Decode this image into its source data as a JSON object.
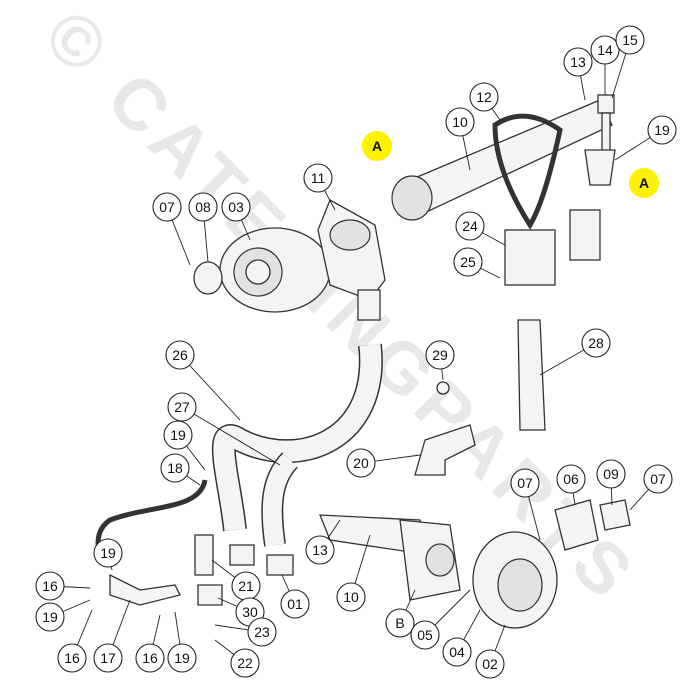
{
  "diagram": {
    "watermark": "© CATERINGPARTS",
    "markers": [
      "A",
      "A"
    ],
    "callouts": [
      "07",
      "08",
      "03",
      "11",
      "10",
      "12",
      "13",
      "14",
      "15",
      "19",
      "24",
      "25",
      "26",
      "29",
      "28",
      "27",
      "19",
      "18",
      "20",
      "07",
      "06",
      "09",
      "07",
      "19",
      "16",
      "19",
      "16",
      "17",
      "16",
      "19",
      "21",
      "30",
      "23",
      "22",
      "01",
      "13",
      "10",
      "B",
      "05",
      "04",
      "02"
    ],
    "colors": {
      "marker": "#fff200",
      "line": "#222222",
      "watermark": "#d6d6d6"
    }
  }
}
